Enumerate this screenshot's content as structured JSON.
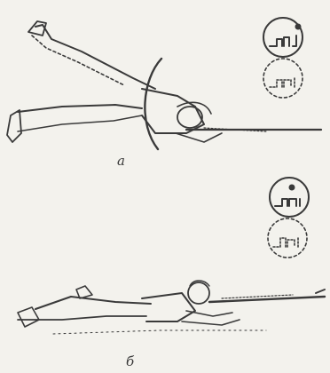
{
  "figure": {
    "panels": [
      {
        "id": "a",
        "caption": "а",
        "icon": "rifleman-lying-top-view-with-sight-circles"
      },
      {
        "id": "b",
        "caption": "б",
        "icon": "rifleman-lying-side-view-with-sight-circles"
      }
    ],
    "colors": {
      "ink": "#3a3a3a",
      "paper": "#f3f2ed"
    }
  }
}
